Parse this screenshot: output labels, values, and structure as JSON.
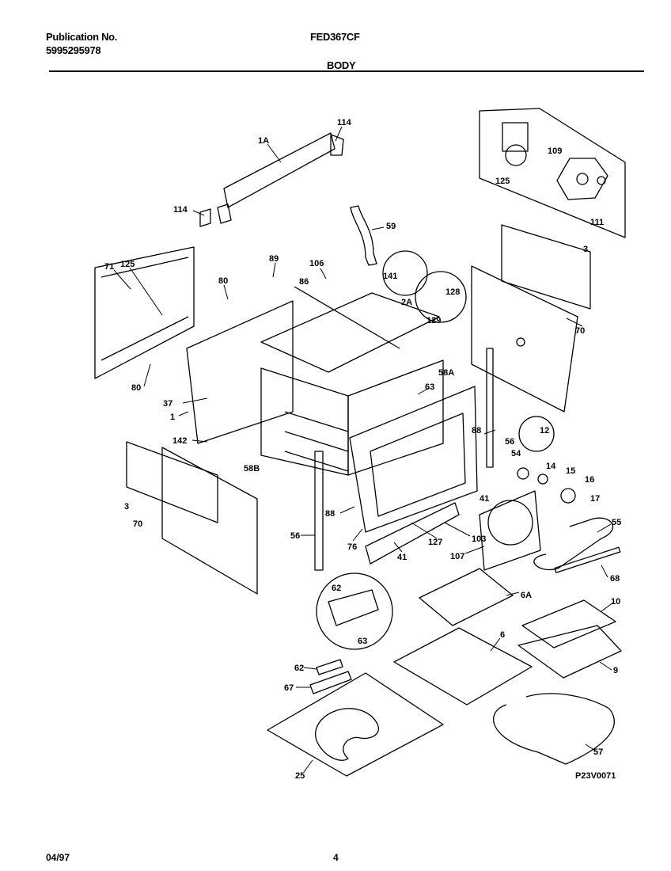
{
  "header": {
    "publication_label": "Publication No.",
    "publication_number": "5995295978",
    "model": "FED367CF",
    "section_title": "BODY"
  },
  "diagram": {
    "drawing_code": "P23V0071",
    "part_callouts": [
      "1A",
      "114",
      "114",
      "109",
      "125",
      "111",
      "59",
      "71",
      "125",
      "89",
      "106",
      "80",
      "141",
      "2A",
      "128",
      "129",
      "86",
      "3",
      "70",
      "80",
      "58A",
      "37",
      "1",
      "63",
      "88",
      "56",
      "12",
      "142",
      "58B",
      "54",
      "14",
      "15",
      "16",
      "17",
      "3",
      "70",
      "41",
      "88",
      "56",
      "76",
      "127",
      "103",
      "41",
      "55",
      "107",
      "68",
      "62",
      "6A",
      "10",
      "63",
      "6",
      "9",
      "62",
      "67",
      "57",
      "25"
    ]
  },
  "footer": {
    "date": "04/97",
    "page": "4"
  }
}
